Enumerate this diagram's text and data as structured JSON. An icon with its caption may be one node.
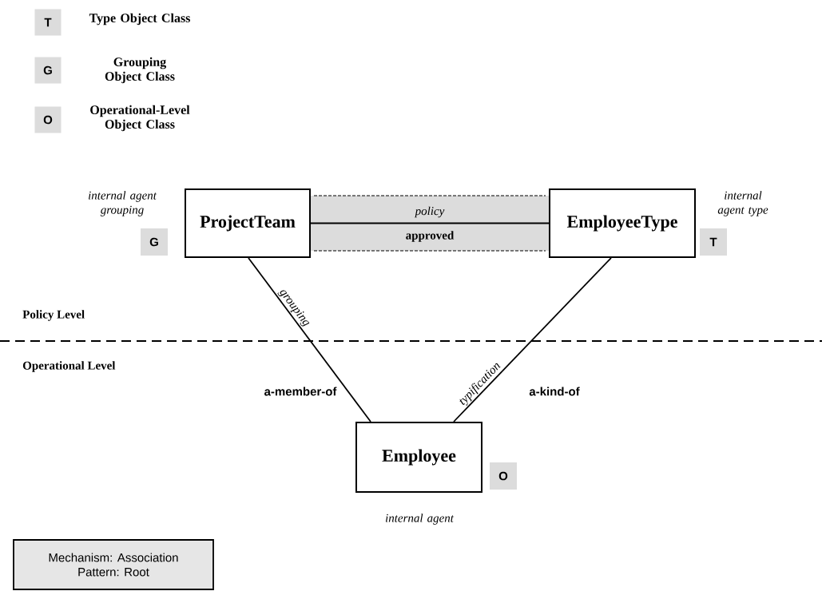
{
  "diagram": {
    "nodes": [
      {
        "text": [
          "T"
        ],
        "beside": [
          "Type Object Class"
        ]
      },
      {
        "text": [
          "G"
        ],
        "beside": [
          "Grouping Object Class"
        ]
      },
      {
        "text": [
          "O"
        ],
        "beside": [
          "Operational-Level Object Class"
        ]
      },
      {
        "text": [
          "ProjectTeam"
        ]
      },
      {
        "text": [
          "EmployeeType"
        ]
      },
      {
        "text": [
          "G"
        ]
      },
      {
        "text": [
          "T"
        ]
      },
      {
        "text": [
          "Employee"
        ],
        "beside": [
          "internal agent"
        ]
      },
      {
        "text": [
          "O"
        ]
      },
      {
        "text": [
          "Mechanism: Association",
          "Pattern: Root"
        ]
      }
    ],
    "edges": [
      {
        "from": 3,
        "to": 4,
        "arrow": "none",
        "label": "policy"
      },
      {
        "from": 3,
        "to": 7,
        "arrow": "none",
        "label": "grouping"
      },
      {
        "from": 4,
        "to": 7,
        "arrow": "none",
        "label": "typification"
      }
    ],
    "labels": [
      "internal agent grouping",
      "internal agent type",
      "approved",
      "Policy Level",
      "Operational Level",
      "a-member-of",
      "a-kind-of"
    ]
  }
}
